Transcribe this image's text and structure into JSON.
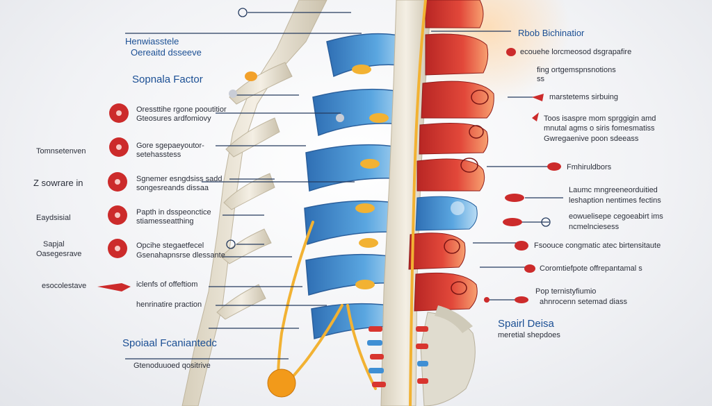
{
  "colors": {
    "bone": "#ebe5d8",
    "bone_shadow": "#cfc6b3",
    "disc_blue": "#3f8fd4",
    "disc_light": "#9cc8ea",
    "vertebra_red": "#d8352f",
    "vertebra_orange": "#f07a3a",
    "nerve_yellow": "#f2b233",
    "line": "#243a5e",
    "marker_red": "#cc2b2b"
  },
  "labels": {
    "left": {
      "title1": "Henwiasstele",
      "title2": "Oereaitd dsseeve",
      "section": "Sopnala Factor",
      "item1a": "Oressttihe rgone pooutitior",
      "item1b": "Gteosures ardfomiovy",
      "side2": "Tomnsetenven",
      "item2a": "Gore sgepaeyoutor-",
      "item2b": "setehasstess",
      "side3": "Z  sowrare in",
      "item3a": "Sgnemer esngdsiss sadd",
      "item3b": "songesreands dissaa",
      "side4": "Eaydsisial",
      "item4a": "Papth in dsspeonctice",
      "item4b": "stiamesseatthing",
      "side5a": "Sapjal",
      "side5b": "Oasegesrave",
      "item5a": "Opcihe stegaetfecel",
      "item5b": "Gsenahapnsrse dlessante",
      "side6": "esocolestave",
      "item6a": "iclenfs of offeftiom",
      "item6b": "henrinatire praction",
      "bottom_title": "Spoiaal Fcaniantedc",
      "bottom_item": "Gtenoduuoed qositrive"
    },
    "right": {
      "title": "Rbob Bichinatior",
      "item1": "ecouehe lorcmeosod dsgrapafire",
      "item2a": "fing ortgemspnsnotions",
      "item2b": "ss",
      "item3": "marstetems sirbuing",
      "item4a": "Toos isaspre mom sprggigin amd",
      "item4b": "mnutal agms o siris fomesmatiss",
      "item4c": "Gwregaenive poon sdeeass",
      "item5": "Fmhiruldbors",
      "item6a": "Laumc mngreeneorduitied",
      "item6b": "leshaption nentimes fectins",
      "item7a": "eowuelisepe cegoeabirt ims",
      "item7b": "ncmelnciesess",
      "item8": "Fsoouce congmatic atec birtensitaute",
      "item9": "Coromtiefpote offrepantamal s",
      "item10a": "Pop ternistyfiumio",
      "item10b": "ahnrocenn setemad diass",
      "bottom_title": "Spairl Deisa",
      "bottom_item": "meretial shepdoes"
    }
  }
}
